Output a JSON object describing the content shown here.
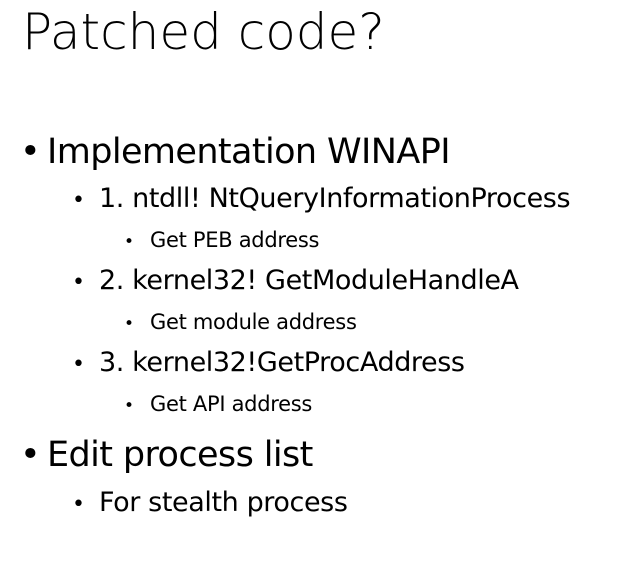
{
  "title": "Patched code?",
  "bullet_glyph": "•",
  "items": [
    {
      "text": "Implementation WINAPI"
    },
    {
      "text": "1. ntdll! NtQueryInformationProcess"
    },
    {
      "text": "Get PEB address"
    },
    {
      "text": "2. kernel32! GetModuleHandleA"
    },
    {
      "text": "Get module address"
    },
    {
      "text": "3. kernel32!GetProcAddress"
    },
    {
      "text": "Get API address"
    },
    {
      "text": "Edit process list"
    },
    {
      "text": "For stealth process"
    }
  ]
}
